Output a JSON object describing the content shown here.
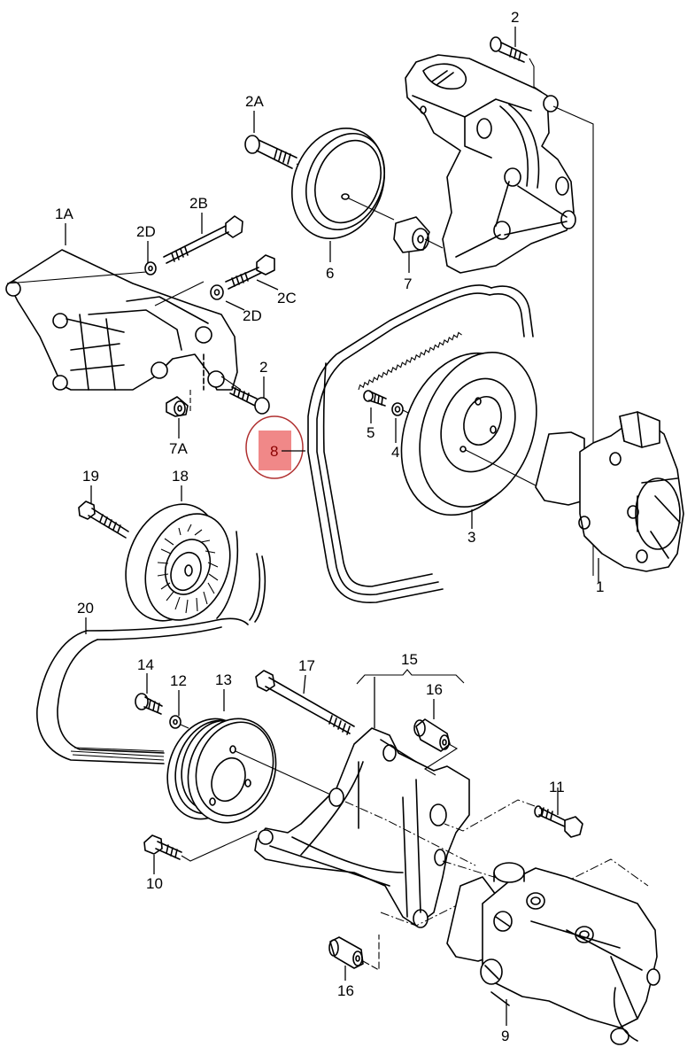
{
  "diagram": {
    "title": "Power steering pump, belt pulleys and brackets",
    "highlight_color": "#f08888",
    "highlight_outline_color": "#b03030",
    "highlighted_part": "8",
    "callouts": [
      {
        "id": "c-1A",
        "label": "1A",
        "part": "bracket-left"
      },
      {
        "id": "c-2A",
        "label": "2A",
        "part": "bolt-pulley-6"
      },
      {
        "id": "c-2B",
        "label": "2B",
        "part": "long-bolt"
      },
      {
        "id": "c-2D-top",
        "label": "2D",
        "part": "washer"
      },
      {
        "id": "c-2C",
        "label": "2C",
        "part": "bolt"
      },
      {
        "id": "c-2D-mid",
        "label": "2D",
        "part": "washer"
      },
      {
        "id": "c-2-mid",
        "label": "2",
        "part": "bolt"
      },
      {
        "id": "c-2-top",
        "label": "2",
        "part": "bolt"
      },
      {
        "id": "c-6",
        "label": "6",
        "part": "pulley"
      },
      {
        "id": "c-7",
        "label": "7",
        "part": "spacer"
      },
      {
        "id": "c-7A",
        "label": "7A",
        "part": "spacer"
      },
      {
        "id": "c-8",
        "label": "8",
        "part": "v-ribbed-belt"
      },
      {
        "id": "c-5",
        "label": "5",
        "part": "bolt"
      },
      {
        "id": "c-4",
        "label": "4",
        "part": "washer"
      },
      {
        "id": "c-3",
        "label": "3",
        "part": "pulley"
      },
      {
        "id": "c-1",
        "label": "1",
        "part": "power-steering-pump"
      },
      {
        "id": "c-19",
        "label": "19",
        "part": "bolt"
      },
      {
        "id": "c-18",
        "label": "18",
        "part": "tensioning-roller"
      },
      {
        "id": "c-20",
        "label": "20",
        "part": "v-ribbed-belt"
      },
      {
        "id": "c-14",
        "label": "14",
        "part": "bolt"
      },
      {
        "id": "c-12",
        "label": "12",
        "part": "washer"
      },
      {
        "id": "c-13",
        "label": "13",
        "part": "pulley"
      },
      {
        "id": "c-17",
        "label": "17",
        "part": "long-bolt"
      },
      {
        "id": "c-15",
        "label": "15",
        "part": "bracket-assembly"
      },
      {
        "id": "c-16-top",
        "label": "16",
        "part": "bushing"
      },
      {
        "id": "c-11",
        "label": "11",
        "part": "bolt"
      },
      {
        "id": "c-10",
        "label": "10",
        "part": "bolt"
      },
      {
        "id": "c-16-bot",
        "label": "16",
        "part": "bushing"
      },
      {
        "id": "c-9",
        "label": "9",
        "part": "power-steering-pump"
      }
    ]
  }
}
